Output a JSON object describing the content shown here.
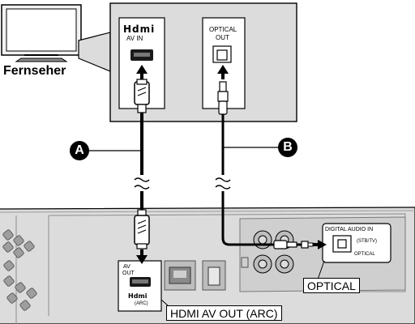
{
  "tv": {
    "label": "Fernseher"
  },
  "tv_ports": {
    "hdmi": {
      "logo": "Hdmi",
      "label": "AV IN"
    },
    "optical": {
      "line1": "OPTICAL",
      "line2": "OUT"
    }
  },
  "callouts": {
    "a": "A",
    "b": "B"
  },
  "unit_ports": {
    "av_out": {
      "line1": "AV",
      "line2": "OUT",
      "logo": "Hdmi",
      "arc": "(ARC)"
    },
    "digital_audio_in": {
      "line1": "DIGITAL AUDIO IN",
      "line2": "(STB/TV)",
      "line3": "OPTICAL"
    }
  },
  "labels": {
    "optical": "OPTICAL",
    "hdmi_av_out": "HDMI AV OUT (ARC)"
  },
  "icons": [
    "tv-icon",
    "arrow-up-icon",
    "arrow-down-icon",
    "break-mark-icon"
  ]
}
